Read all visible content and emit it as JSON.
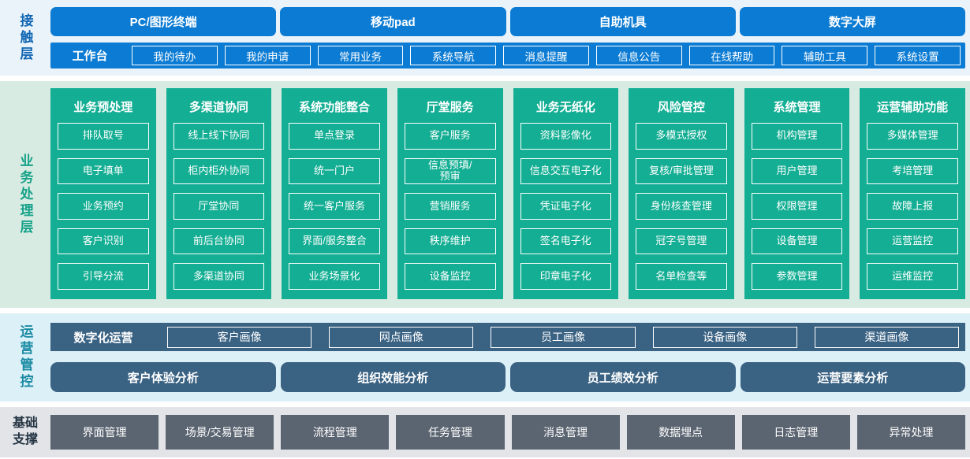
{
  "layers": {
    "contact": {
      "label": "接触层",
      "devices": [
        "PC/图形终端",
        "移动pad",
        "自助机具",
        "数字大屏"
      ],
      "workbench": {
        "label": "工作台",
        "items": [
          "我的待办",
          "我的申请",
          "常用业务",
          "系统导航",
          "消息提醒",
          "信息公告",
          "在线帮助",
          "辅助工具",
          "系统设置"
        ]
      }
    },
    "business": {
      "label": "业务处理层",
      "columns": [
        {
          "title": "业务预处理",
          "items": [
            "排队取号",
            "电子填单",
            "业务预约",
            "客户识别",
            "引导分流"
          ]
        },
        {
          "title": "多渠道协同",
          "items": [
            "线上线下协同",
            "柜内柜外协同",
            "厅堂协同",
            "前后台协同",
            "多渠道协同"
          ]
        },
        {
          "title": "系统功能整合",
          "items": [
            "单点登录",
            "统一门户",
            "统一客户服务",
            "界面/服务整合",
            "业务场景化"
          ]
        },
        {
          "title": "厅堂服务",
          "items": [
            "客户服务",
            "信息预填/\n预审",
            "营销服务",
            "秩序维护",
            "设备监控"
          ]
        },
        {
          "title": "业务无纸化",
          "items": [
            "资料影像化",
            "信息交互电子化",
            "凭证电子化",
            "签名电子化",
            "印章电子化"
          ]
        },
        {
          "title": "风险管控",
          "items": [
            "多模式授权",
            "复核/审批管理",
            "身份核查管理",
            "冠字号管理",
            "名单检查等"
          ]
        },
        {
          "title": "系统管理",
          "items": [
            "机构管理",
            "用户管理",
            "权限管理",
            "设备管理",
            "参数管理"
          ]
        },
        {
          "title": "运营辅助功能",
          "items": [
            "多媒体管理",
            "考培管理",
            "故障上报",
            "运营监控",
            "运维监控"
          ]
        }
      ]
    },
    "operations": {
      "label": "运营管控",
      "digital": {
        "label": "数字化运营",
        "items": [
          "客户画像",
          "网点画像",
          "员工画像",
          "设备画像",
          "渠道画像"
        ]
      },
      "analysis": [
        "客户体验分析",
        "组织效能分析",
        "员工绩效分析",
        "运营要素分析"
      ]
    },
    "foundation": {
      "label": "基础\n支撑",
      "items": [
        "界面管理",
        "场景/交易管理",
        "流程管理",
        "任务管理",
        "消息管理",
        "数据埋点",
        "日志管理",
        "异常处理"
      ]
    }
  },
  "colors": {
    "primary_blue": "#0b7bd3",
    "contact_bg": "#eaf3fa",
    "teal": "#13ae93",
    "business_bg": "#d8ebe3",
    "slate_blue": "#3a6283",
    "operations_bg": "#dcf0f8",
    "dark_gray": "#5b6571",
    "foundation_bg": "#e2e4e8"
  }
}
